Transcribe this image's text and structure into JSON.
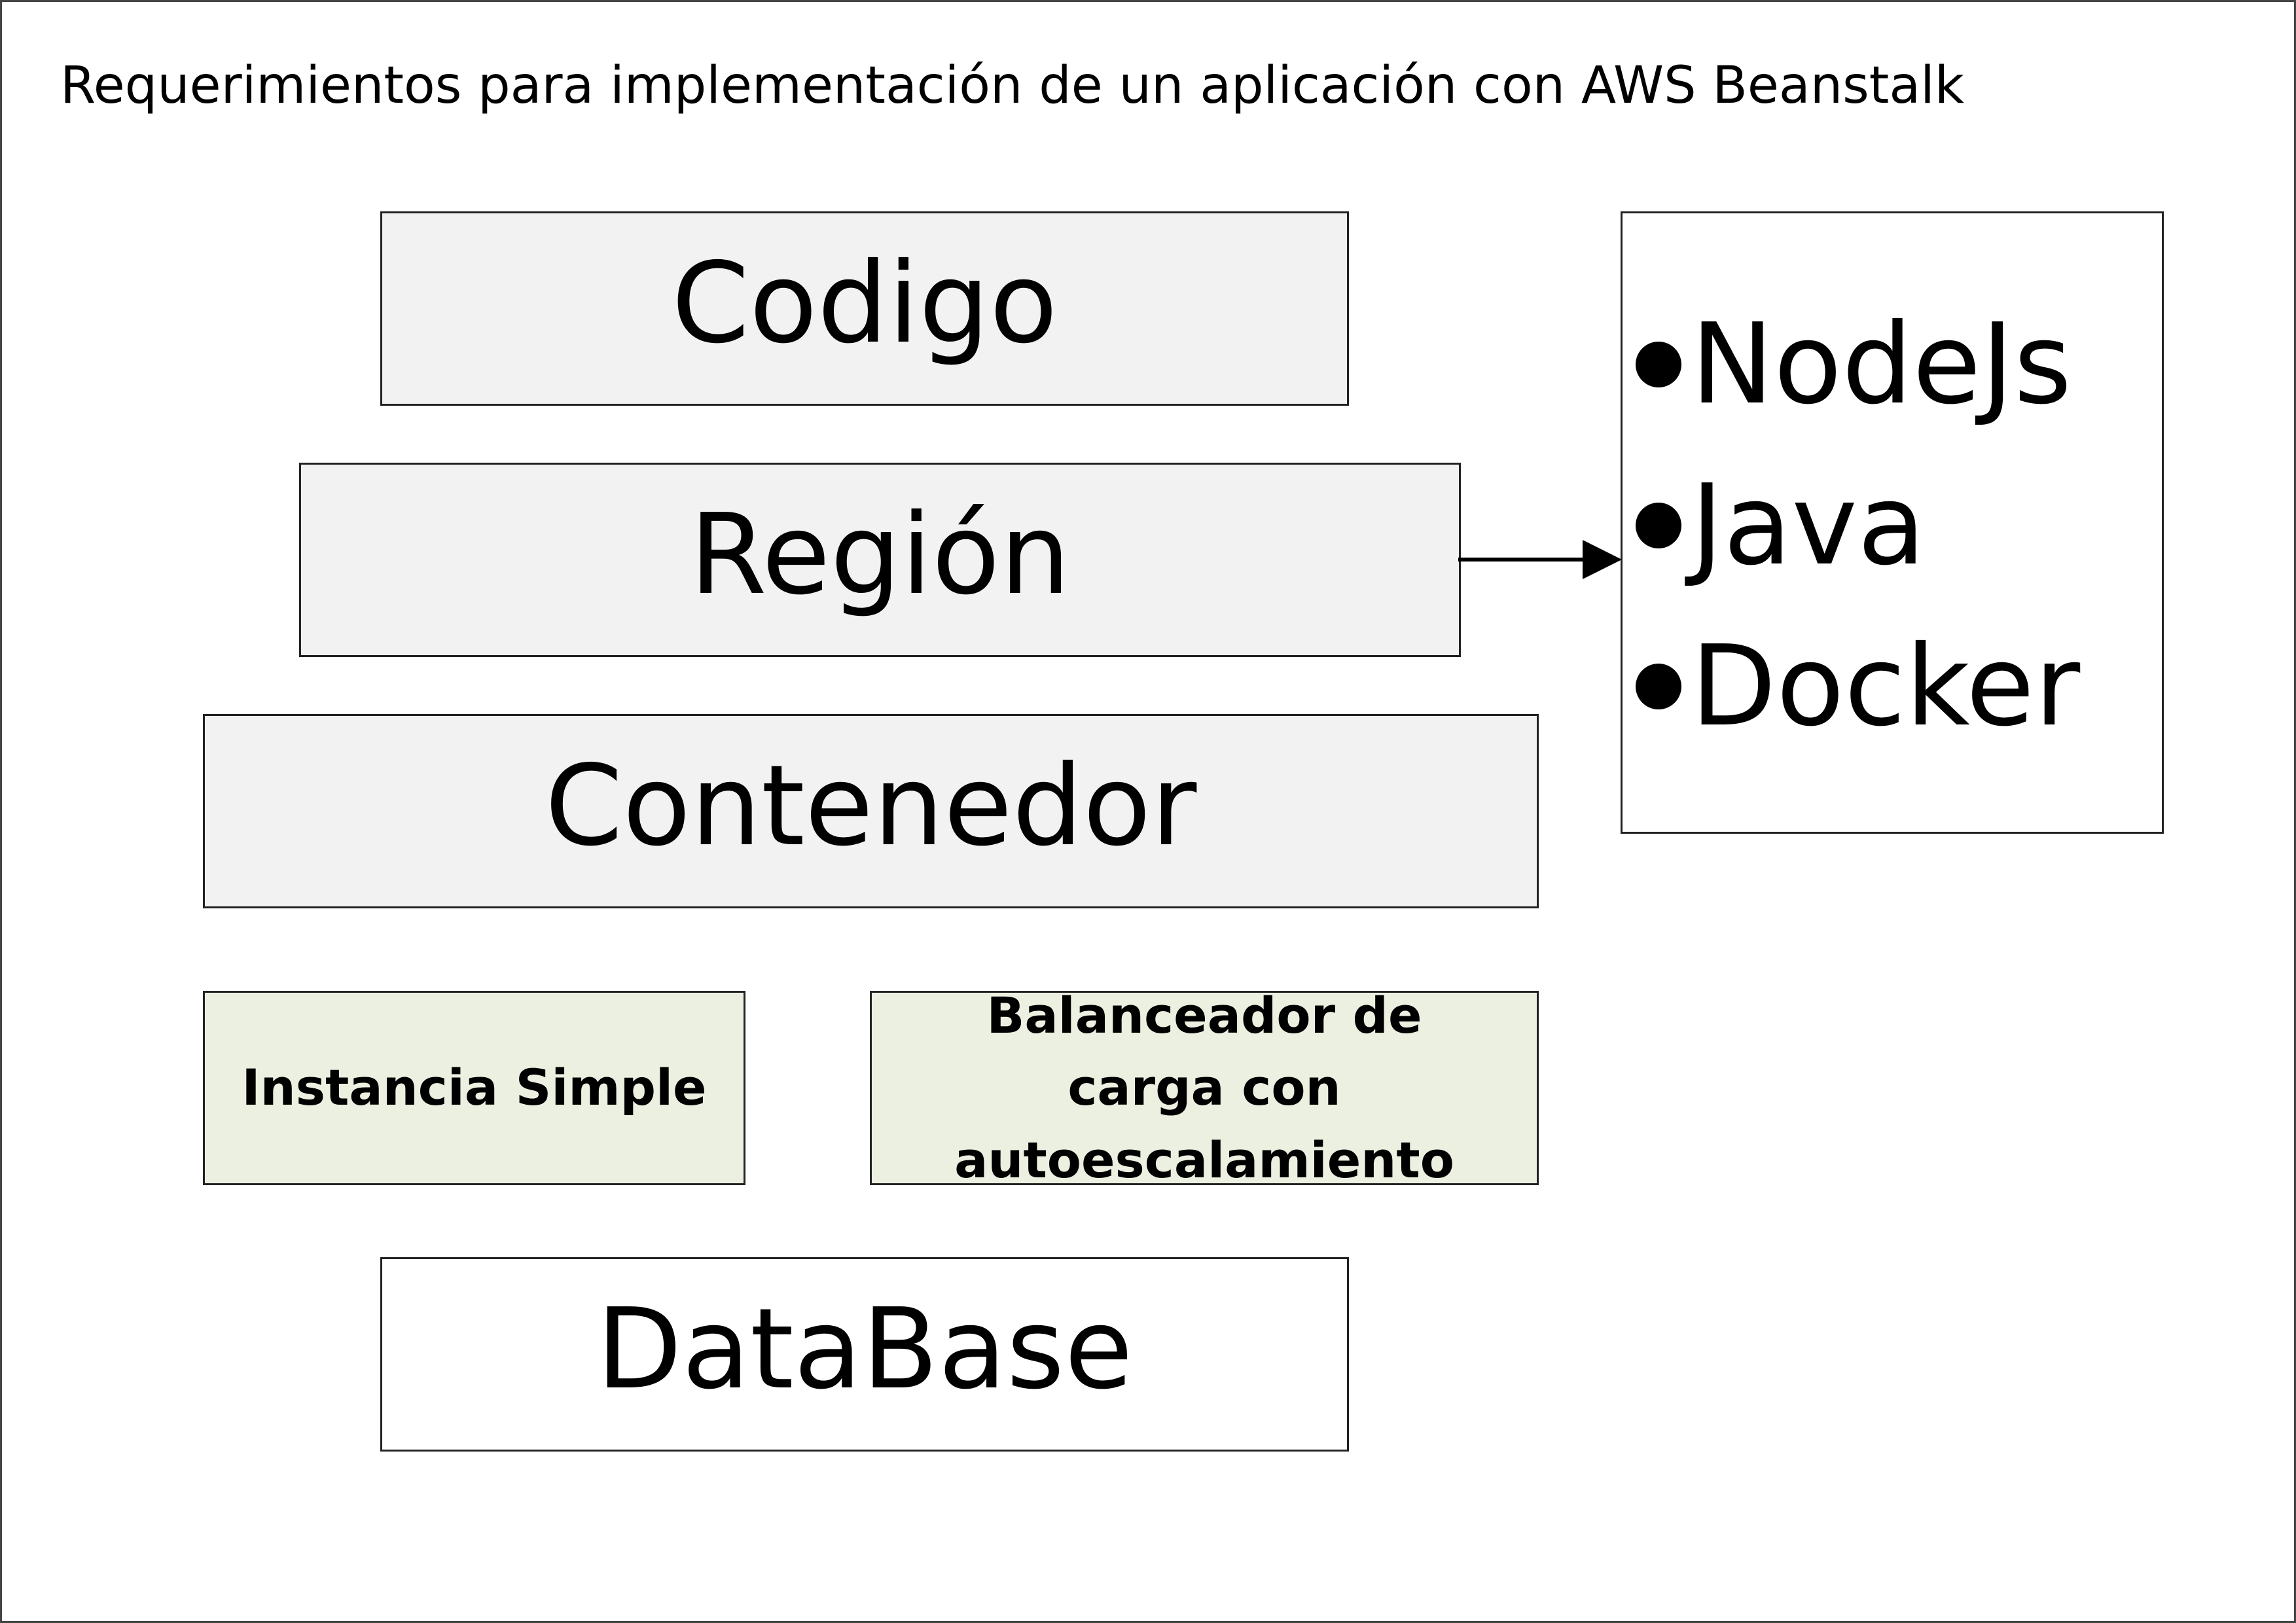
{
  "title": "Requerimientos para implementación de un aplicación con AWS Beanstalk",
  "boxes": {
    "codigo": "Codigo",
    "region": "Región",
    "contenedor": "Contenedor",
    "instancia": "Instancia Simple",
    "balanceador": "Balanceador de carga con autoescalamiento",
    "database": "DataBase"
  },
  "platforms": [
    "NodeJs",
    "Java",
    "Docker"
  ],
  "colors": {
    "gray_box": "#f2f2f2",
    "green_box": "#ebf0e1",
    "border": "#222222"
  }
}
